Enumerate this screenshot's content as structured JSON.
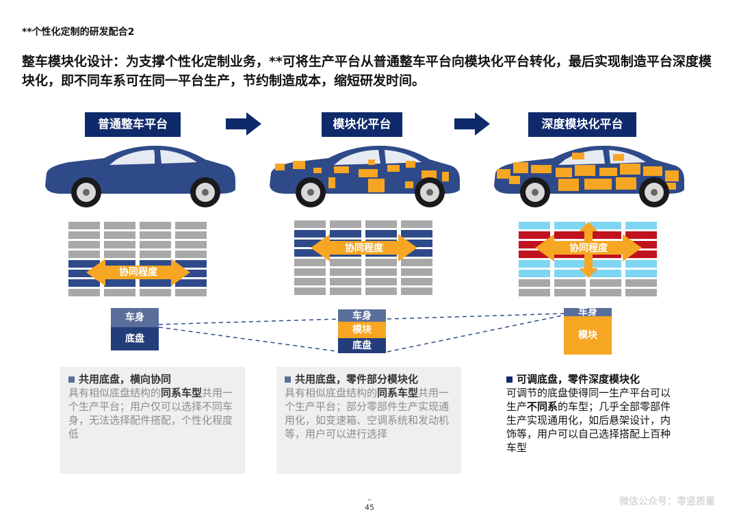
{
  "header": "**个性化定制的研发配合2",
  "headline": "整车模块化设计：为支撑个性化定制业务，**可将生产平台从普通整车平台向模块化平台转化，最后实现制造平台深度模块化，即不同车系可在同一平台生产，节约制造成本，缩短研发时间。",
  "stages": [
    {
      "label": "普通整车平台",
      "arrow_label": "协同程度",
      "stack": [
        "车身",
        "底盘"
      ],
      "desc": {
        "title": "共用底盘，横向协同",
        "pre": "具有相似底盘结构的",
        "bold": "同系车型",
        "post": "共用一个生产平台；用户仅可以选择不同车身，无法选择配件搭配，个性化程度低"
      }
    },
    {
      "label": "模块化平台",
      "arrow_label": "协同程度",
      "stack": [
        "车身",
        "模块",
        "底盘"
      ],
      "desc": {
        "title": "共用底盘，零件部分模块化",
        "pre": "具有相似底盘结构的",
        "bold": "同系车型",
        "post": "共用一个生产平台；部分零部件生产实现通用化，如变速箱、空调系统和发动机等，用户可以进行选择"
      }
    },
    {
      "label": "深度模块化平台",
      "arrow_label": "协同程度",
      "stack": [
        "车身",
        "模块"
      ],
      "desc": {
        "title": "可调底盘，零件深度模块化",
        "pre": "可调节的底盘使得同一生产平台可以生产",
        "bold": "不同系",
        "post": "的车型；几乎全部零部件生产实现通用化，如后悬架设计，内饰等，用户可以自己选择搭配上百种车型"
      }
    }
  ],
  "page_number": "45",
  "page_dash": "–",
  "watermark": "微信公众号：零竖质量",
  "colors": {
    "navy": "#0f2a6b",
    "car_body": "#2f4a88",
    "orange": "#f6a623",
    "grid_gray": "#a8a8a8",
    "grid_navy": "#2e4a8a",
    "grid_red": "#c1121f",
    "grid_cyan": "#7fd6f2"
  }
}
